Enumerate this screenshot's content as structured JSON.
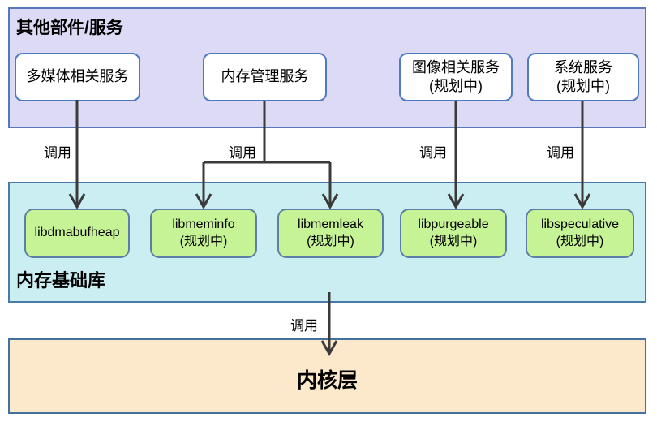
{
  "diagram": {
    "services_layer": {
      "title": "其他部件/服务",
      "boxes": [
        {
          "label": "多媒体相关服务"
        },
        {
          "label": "内存管理服务"
        },
        {
          "label": "图像相关服务\n(规划中)"
        },
        {
          "label": "系统服务\n(规划中)"
        }
      ]
    },
    "memory_lib_layer": {
      "title": "内存基础库",
      "boxes": [
        {
          "label": "libdmabufheap"
        },
        {
          "label": "libmeminfo\n(规划中)"
        },
        {
          "label": "libmemleak\n(规划中)"
        },
        {
          "label": "libpurgeable\n(规划中)"
        },
        {
          "label": "libspeculative\n(规划中)"
        }
      ]
    },
    "kernel_layer": {
      "title": "内核层"
    },
    "edge_label": "调用",
    "colors": {
      "services_fill": "#dcdaf4",
      "services_border": "#5578bd",
      "memory_fill": "#cbeef3",
      "memory_border": "#4a7aa8",
      "service_box_fill": "#ffffff",
      "service_box_border": "#4d7ac2",
      "lib_box_fill": "#c6f395",
      "lib_box_border": "#5c80a5",
      "kernel_fill": "#fce9cb",
      "kernel_border": "#40719f",
      "arrow": "#3a3a3a"
    }
  }
}
